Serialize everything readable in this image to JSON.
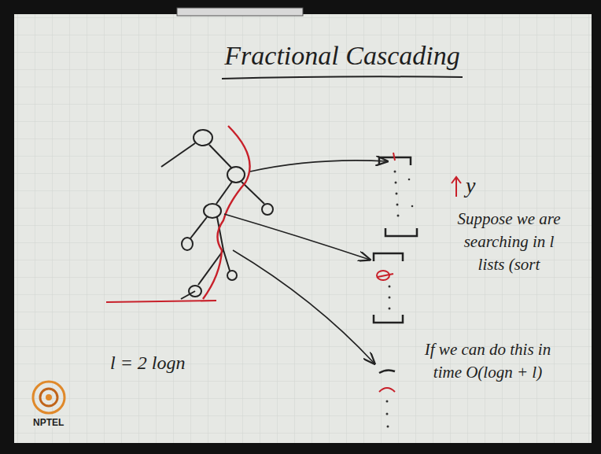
{
  "diagram": {
    "title": "Fractional Cascading",
    "labels": [
      "y",
      "Suppose we are searching in l lists (sort",
      "If we can do this in time O(logn + l)",
      "l = 2 logn",
      "NPTEL"
    ]
  }
}
